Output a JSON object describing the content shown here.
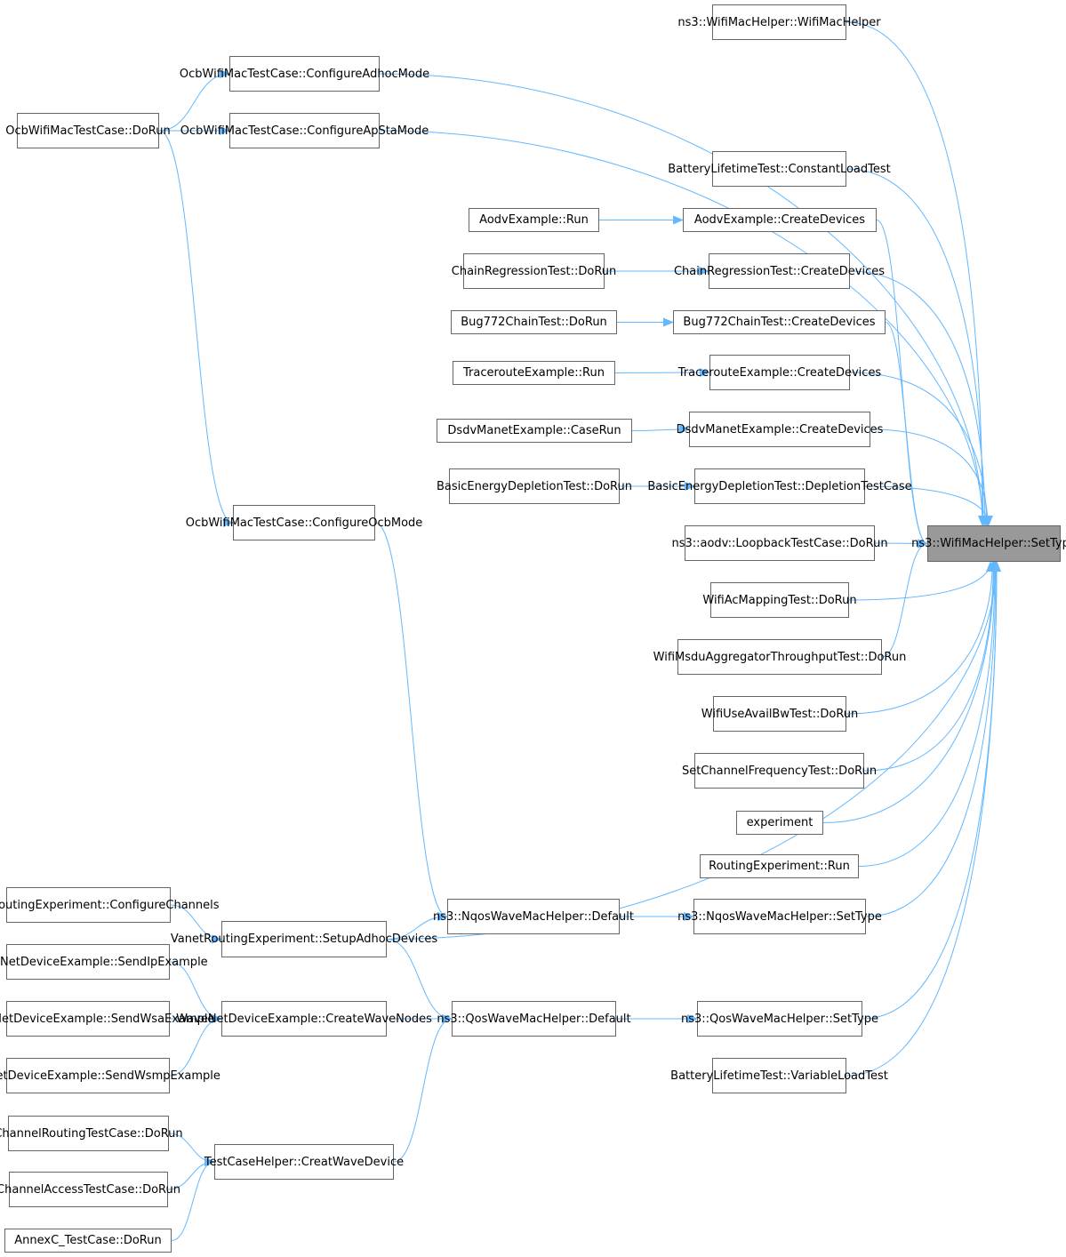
{
  "colors": {
    "edge": "#63b8ff",
    "node_border": "#666666",
    "focus_fill": "#999999",
    "background": "#ffffff"
  },
  "nodes": {
    "wifimachelper_settype": {
      "line1": "ns3::WifiMacHelper",
      "line2": "::SetType"
    },
    "wifimachelper_ctor": {
      "line1": "ns3::WifiMacHelper",
      "line2": "::WifiMacHelper"
    },
    "ocb_configureadhoc": {
      "line1": "OcbWifiMacTestCase",
      "line2": "::ConfigureAdhocMode"
    },
    "ocb_configureapsta": {
      "line1": "OcbWifiMacTestCase",
      "line2": "::ConfigureApStaMode"
    },
    "ocb_dorun": {
      "line1": "OcbWifiMacTestCase",
      "line2": "::DoRun"
    },
    "battery_constant": {
      "line1": "BatteryLifetimeTest",
      "line2": "::ConstantLoadTest"
    },
    "aodv_run": {
      "line1": "AodvExample::Run"
    },
    "aodv_createdevices": {
      "line1": "AodvExample::CreateDevices"
    },
    "chain_dorun": {
      "line1": "ChainRegressionTest",
      "line2": "::DoRun"
    },
    "chain_createdevices": {
      "line1": "ChainRegressionTest",
      "line2": "::CreateDevices"
    },
    "bug772_dorun": {
      "line1": "Bug772ChainTest::DoRun"
    },
    "bug772_createdevices": {
      "line1": "Bug772ChainTest::CreateDevices"
    },
    "traceroute_run": {
      "line1": "TracerouteExample::Run"
    },
    "traceroute_createdevices": {
      "line1": "TracerouteExample::",
      "line2": "CreateDevices"
    },
    "dsdv_caserun": {
      "line1": "DsdvManetExample::CaseRun"
    },
    "dsdv_createdevices": {
      "line1": "DsdvManetExample::Create",
      "line2": "Devices"
    },
    "energy_dorun": {
      "line1": "BasicEnergyDepletionTest",
      "line2": "::DoRun"
    },
    "energy_depletion": {
      "line1": "BasicEnergyDepletionTest",
      "line2": "::DepletionTestCase"
    },
    "ocb_configureocb": {
      "line1": "OcbWifiMacTestCase",
      "line2": "::ConfigureOcbMode"
    },
    "aodv_loopback": {
      "line1": "ns3::aodv::LoopbackTestCase",
      "line2": "::DoRun"
    },
    "acmapping_dorun": {
      "line1": "WifiAcMappingTest::",
      "line2": "DoRun"
    },
    "msdu_dorun": {
      "line1": "WifiMsduAggregatorThroughput",
      "line2": "Test::DoRun"
    },
    "availbw_dorun": {
      "line1": "WifiUseAvailBwTest",
      "line2": "::DoRun"
    },
    "setchannel_dorun": {
      "line1": "SetChannelFrequencyTest",
      "line2": "::DoRun"
    },
    "experiment": {
      "line1": "experiment"
    },
    "routingexp_run": {
      "line1": "RoutingExperiment::Run"
    },
    "vanet_configurechannels": {
      "line1": "VanetRoutingExperiment",
      "line2": "::ConfigureChannels"
    },
    "vanet_setupadhoc": {
      "line1": "VanetRoutingExperiment",
      "line2": "::SetupAdhocDevices"
    },
    "nqos_default": {
      "line1": "ns3::NqosWaveMacHelper",
      "line2": "::Default"
    },
    "nqos_settype": {
      "line1": "ns3::NqosWaveMacHelper",
      "line2": "::SetType"
    },
    "wave_sendip": {
      "line1": "WaveNetDeviceExample",
      "line2": "::SendIpExample"
    },
    "wave_createnodes": {
      "line1": "WaveNetDeviceExample",
      "line2": "::CreateWaveNodes"
    },
    "qos_default": {
      "line1": "ns3::QosWaveMacHelper",
      "line2": "::Default"
    },
    "qos_settype": {
      "line1": "ns3::QosWaveMacHelper",
      "line2": "::SetType"
    },
    "wave_sendwsa": {
      "line1": "WaveNetDeviceExample",
      "line2": "::SendWsaExample"
    },
    "wave_sendwsmp": {
      "line1": "WaveNetDeviceExample",
      "line2": "::SendWsmpExample"
    },
    "battery_variable": {
      "line1": "BatteryLifetimeTest",
      "line2": "::VariableLoadTest"
    },
    "channelrouting_dorun": {
      "line1": "ChannelRoutingTestCase",
      "line2": "::DoRun"
    },
    "testcasehelper_creat": {
      "line1": "TestCaseHelper::CreatWave",
      "line2": "Device"
    },
    "channelaccess_dorun": {
      "line1": "ChannelAccessTestCase",
      "line2": "::DoRun"
    },
    "annexc_dorun": {
      "line1": "AnnexC_TestCase::DoRun"
    }
  },
  "edges": [
    [
      "wifimachelper_ctor",
      "wifimachelper_settype"
    ],
    [
      "ocb_configureadhoc",
      "wifimachelper_settype"
    ],
    [
      "ocb_configureapsta",
      "wifimachelper_settype"
    ],
    [
      "battery_constant",
      "wifimachelper_settype"
    ],
    [
      "aodv_createdevices",
      "wifimachelper_settype"
    ],
    [
      "chain_createdevices",
      "wifimachelper_settype"
    ],
    [
      "bug772_createdevices",
      "wifimachelper_settype"
    ],
    [
      "traceroute_createdevices",
      "wifimachelper_settype"
    ],
    [
      "dsdv_createdevices",
      "wifimachelper_settype"
    ],
    [
      "energy_depletion",
      "wifimachelper_settype"
    ],
    [
      "aodv_loopback",
      "wifimachelper_settype"
    ],
    [
      "acmapping_dorun",
      "wifimachelper_settype"
    ],
    [
      "msdu_dorun",
      "wifimachelper_settype"
    ],
    [
      "availbw_dorun",
      "wifimachelper_settype"
    ],
    [
      "setchannel_dorun",
      "wifimachelper_settype"
    ],
    [
      "experiment",
      "wifimachelper_settype"
    ],
    [
      "routingexp_run",
      "wifimachelper_settype"
    ],
    [
      "nqos_settype",
      "wifimachelper_settype"
    ],
    [
      "vanet_setupadhoc",
      "wifimachelper_settype"
    ],
    [
      "qos_settype",
      "wifimachelper_settype"
    ],
    [
      "battery_variable",
      "wifimachelper_settype"
    ],
    [
      "ocb_dorun",
      "ocb_configureadhoc"
    ],
    [
      "ocb_dorun",
      "ocb_configureapsta"
    ],
    [
      "ocb_dorun",
      "ocb_configureocb"
    ],
    [
      "aodv_run",
      "aodv_createdevices"
    ],
    [
      "chain_dorun",
      "chain_createdevices"
    ],
    [
      "bug772_dorun",
      "bug772_createdevices"
    ],
    [
      "traceroute_run",
      "traceroute_createdevices"
    ],
    [
      "dsdv_caserun",
      "dsdv_createdevices"
    ],
    [
      "energy_dorun",
      "energy_depletion"
    ],
    [
      "ocb_configureocb",
      "nqos_default"
    ],
    [
      "nqos_default",
      "nqos_settype"
    ],
    [
      "vanet_setupadhoc",
      "nqos_default"
    ],
    [
      "vanet_setupadhoc",
      "qos_default"
    ],
    [
      "vanet_configurechannels",
      "vanet_setupadhoc"
    ],
    [
      "wave_createnodes",
      "qos_default"
    ],
    [
      "qos_default",
      "qos_settype"
    ],
    [
      "wave_sendip",
      "wave_createnodes"
    ],
    [
      "wave_sendwsa",
      "wave_createnodes"
    ],
    [
      "wave_sendwsmp",
      "wave_createnodes"
    ],
    [
      "testcasehelper_creat",
      "qos_default"
    ],
    [
      "channelrouting_dorun",
      "testcasehelper_creat"
    ],
    [
      "channelaccess_dorun",
      "testcasehelper_creat"
    ],
    [
      "annexc_dorun",
      "testcasehelper_creat"
    ]
  ]
}
